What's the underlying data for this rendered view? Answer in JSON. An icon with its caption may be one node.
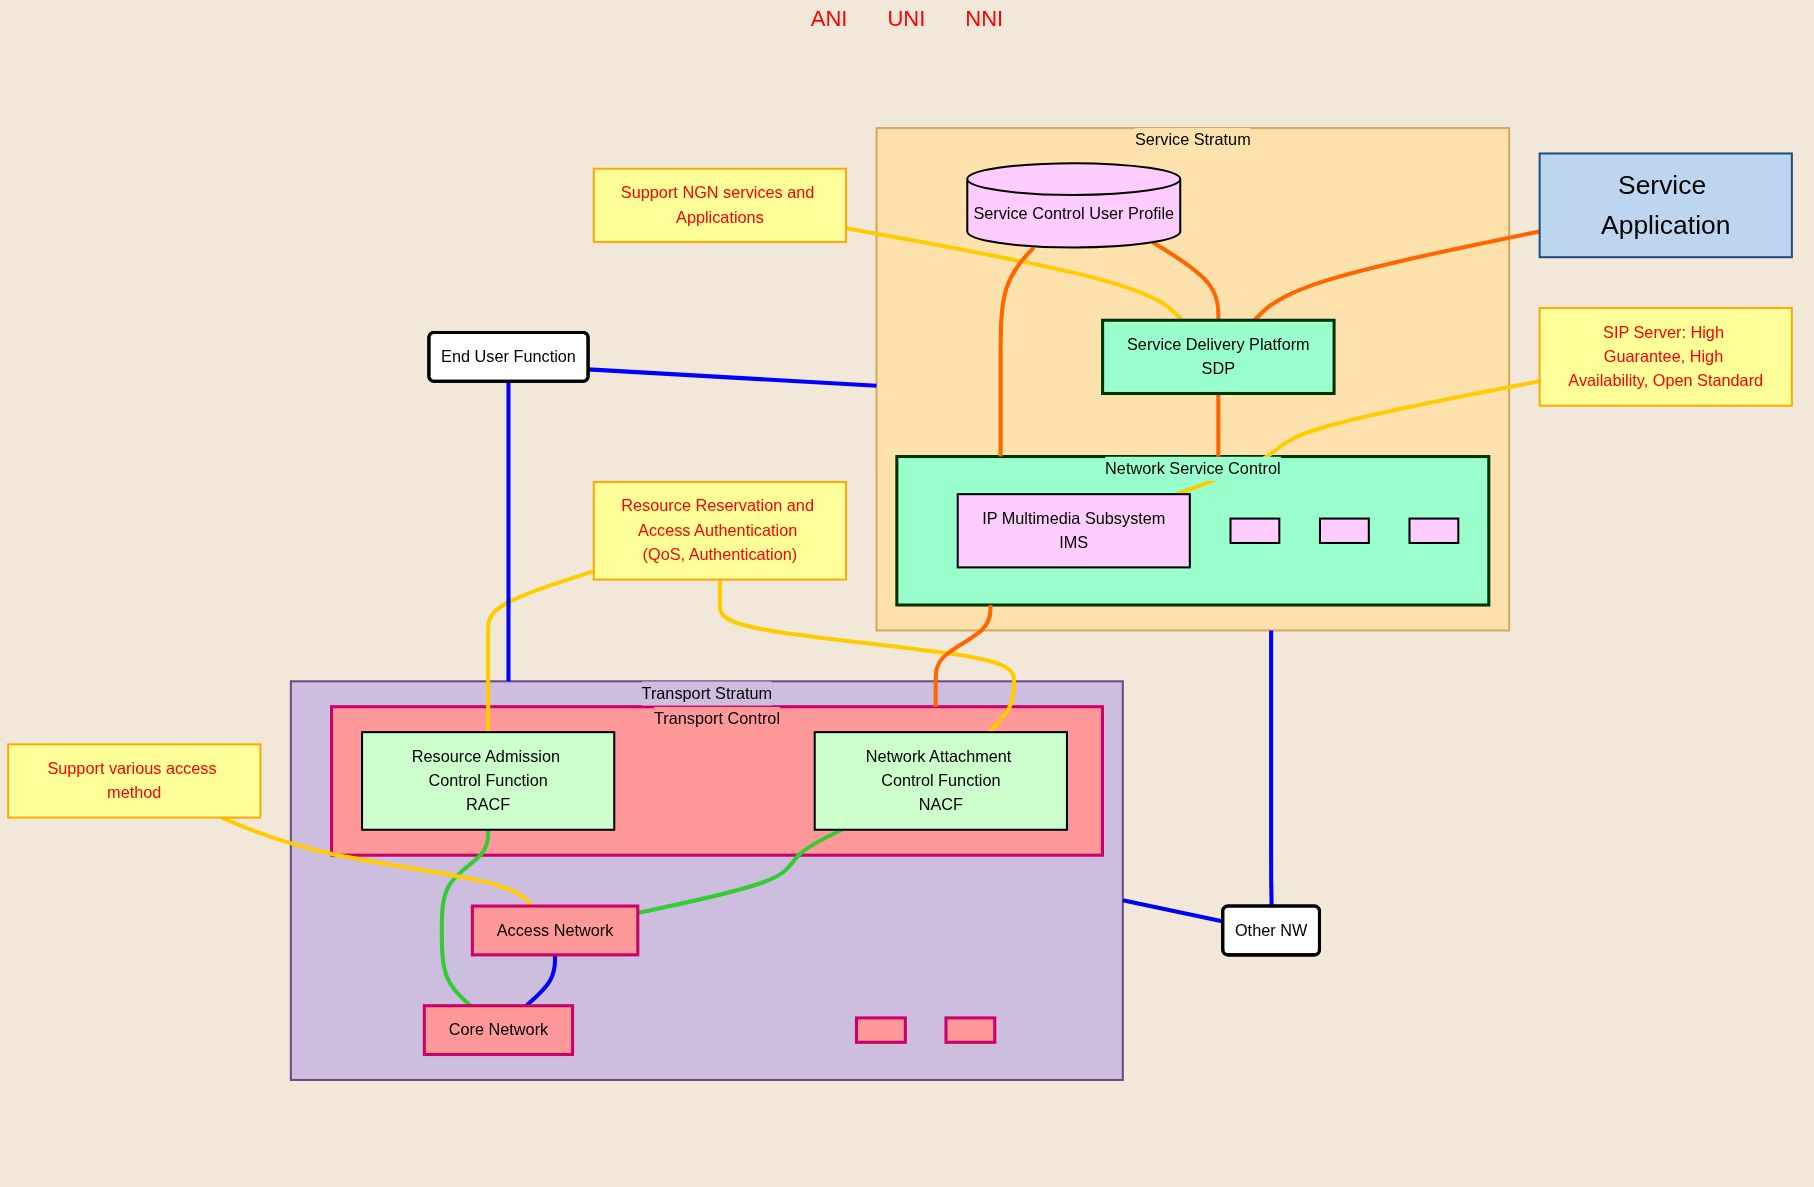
{
  "diagram": {
    "nodes": [
      {
        "text": [
          "Service Application"
        ]
      },
      {
        "text": [
          "Service Stratum"
        ]
      },
      {
        "text": [
          "Service Delivery Platform",
          "SDP"
        ],
        "in": 1
      },
      {
        "text": [
          "Service Control User Profile"
        ],
        "in": 1
      },
      {
        "text": [
          "Network Service Control"
        ],
        "in": 1
      },
      {
        "text": [
          "IP Multimedia Subsystem",
          "IMS"
        ],
        "in": 4
      },
      {
        "text": [
          "Transport Stratum"
        ]
      },
      {
        "text": [
          "Transport Control"
        ],
        "in": 6
      },
      {
        "text": [
          "Network Attachment Control Function",
          "NACF"
        ],
        "in": 7
      },
      {
        "text": [
          "Resource Admission Control Function",
          "RACF"
        ],
        "in": 7
      },
      {
        "text": [
          "Access Network"
        ],
        "in": 6
      },
      {
        "text": [
          "Core Network"
        ],
        "in": 6
      },
      {
        "text": [
          "End User Function"
        ]
      },
      {
        "text": [
          "Other NW"
        ]
      },
      {
        "text": [
          "Support NGN services and Applications"
        ]
      },
      {
        "text": [
          "SIP Server: High Guarantee, High Availability, Open Standard"
        ]
      },
      {
        "text": [
          "Support various access method"
        ]
      },
      {
        "text": [
          "Resource Reservation and Access Authentication (QoS, Authentication)"
        ]
      },
      {
        "text": [],
        "shape": "box",
        "in": 4
      },
      {
        "text": [],
        "shape": "box",
        "in": 4
      },
      {
        "text": [],
        "shape": "box",
        "in": 4
      },
      {
        "text": [],
        "shape": "box",
        "in": 6
      },
      {
        "text": [],
        "shape": "box",
        "in": 6
      }
    ],
    "edges": [
      {
        "from": 0,
        "to": 2,
        "arrow": "none",
        "color": "#ff6600"
      },
      {
        "from": 2,
        "to": 4,
        "arrow": "none",
        "color": "#ff6600"
      },
      {
        "from": 3,
        "to": 2,
        "arrow": "none",
        "color": "#ff6600"
      },
      {
        "from": 3,
        "to": 4,
        "arrow": "none",
        "color": "#ff6600"
      },
      {
        "from": 4,
        "to": 7,
        "arrow": "none",
        "color": "#ff6600"
      },
      {
        "from": 12,
        "to": 1,
        "arrow": "none",
        "color": "#0000ff"
      },
      {
        "from": 12,
        "to": 6,
        "arrow": "none",
        "color": "#0000ff"
      },
      {
        "from": 1,
        "to": 13,
        "arrow": "none",
        "color": "#0000ff"
      },
      {
        "from": 6,
        "to": 13,
        "arrow": "none",
        "color": "#0000ff"
      },
      {
        "from": 10,
        "to": 11,
        "arrow": "none",
        "color": "#0000ff"
      },
      {
        "from": 8,
        "to": 10,
        "arrow": "none",
        "color": "#33cc33"
      },
      {
        "from": 9,
        "to": 11,
        "arrow": "none",
        "color": "#33cc33"
      },
      {
        "from": 14,
        "to": 2,
        "arrow": "none",
        "color": "#ffcc00"
      },
      {
        "from": 15,
        "to": 5,
        "arrow": "none",
        "color": "#ffcc00"
      },
      {
        "from": 16,
        "to": 10,
        "arrow": "none",
        "color": "#ffcc00"
      },
      {
        "from": 17,
        "to": 8,
        "arrow": "none",
        "color": "#ffcc00"
      },
      {
        "from": 17,
        "to": 9,
        "arrow": "none",
        "color": "#ffcc00"
      }
    ],
    "labels": [
      "ANI",
      "UNI",
      "NNI"
    ]
  }
}
